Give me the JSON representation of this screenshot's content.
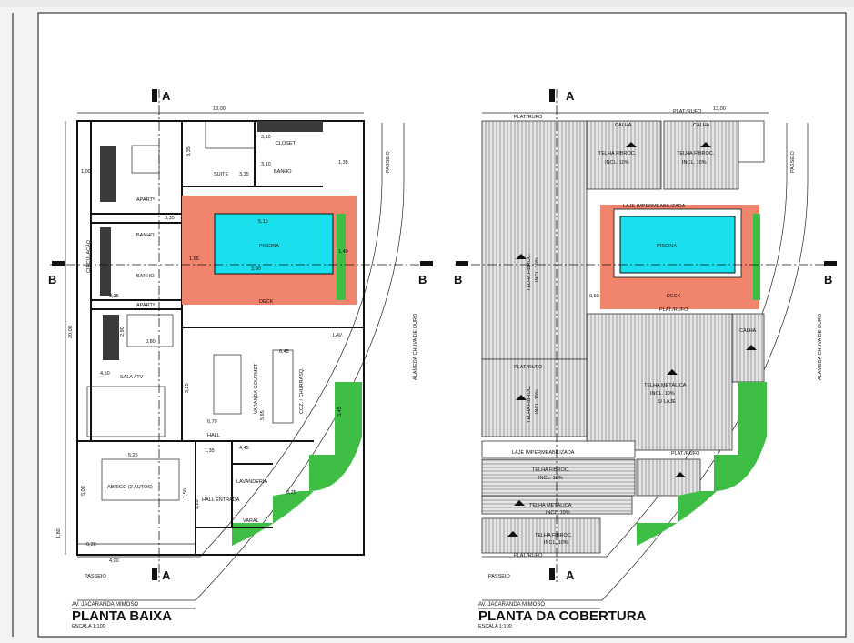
{
  "ground_plan": {
    "title": "PLANTA BAIXA",
    "scale": "ESCALA 1:100",
    "street_bottom": "AV. JACARANDA MIMOSO",
    "street_right": "ALAMEDA CHUVA DE OURO",
    "sidewalk": "PASSEIO",
    "rooms": {
      "suite": "SUITE",
      "closet": "CLOSET",
      "bath": "BANHO",
      "apart1": "APARTº",
      "apart2": "APARTº",
      "bath_a": "BANHO",
      "bath_b": "BANHO",
      "circulation": "CIRCULAÇÃO",
      "pool": "PISCINA",
      "deck": "DECK",
      "living": "SALA / TV",
      "gourmet": "VARANDA GOURMET",
      "kitchen": "COZ. / CHURRASQ.",
      "laundry_small": "LAV.",
      "hall": "HALL",
      "laundry": "LAVANDERIA",
      "garage": "ABRIGO (2 AUTOS)",
      "entry_hall": "HALL ENTRADA",
      "varal": "VARAL"
    },
    "dims": {
      "top": "13,00",
      "left": "20,00",
      "d_1_00": "1,00",
      "d_3_10a": "3,10",
      "d_3_10b": "3,10",
      "d_3_35a": "3,35",
      "d_3_35b": "3,35",
      "d_3_35c": "3,35",
      "d_3_35d": "3,35",
      "d_1_35a": "1,35",
      "d_1_35b": "1,35",
      "d_5_15": "5,15",
      "d_3_90": "3,90",
      "d_1_40": "1,40",
      "d_6_45": "6,45",
      "d_6_70": "6,70",
      "d_4_50": "4,50",
      "d_5_25a": "5,25",
      "d_5_25b": "5,25",
      "d_4_45": "4,45",
      "d_3_25": "3,25",
      "d_5_00": "5,00",
      "d_4_00": "4,00",
      "d_1_80": "1,80",
      "d_0_20": "0,20",
      "d_2_90": "2,90",
      "d_5_95": "5,95",
      "d_3_45": "3,45",
      "d_1_55": "1,55",
      "d_2_20": "2,20",
      "d_1_50": "1,50",
      "d_0_80": "0,80"
    }
  },
  "roof_plan": {
    "title": "PLANTA DA COBERTURA",
    "scale": "ESCALA 1:100",
    "street_bottom": "AV. JACARANDA MIMOSO",
    "street_right": "ALAMEDA CHUVA DE OURO",
    "sidewalk": "PASSEIO",
    "dim_top": "13,00",
    "labels": {
      "pool": "PISCINA",
      "deck": "DECK",
      "slab": "LAJE IMPERMEABILIZADA",
      "slab2": "LAJE IMPERMEABILIZADA",
      "gutter": "CALHA",
      "plat_rufo": "PLAT./RUFO",
      "tile_fibro": "TELHA FIBROC.",
      "tile_metal": "TELHA METÁLICA",
      "incl": "INCL. 10%",
      "over_slab": "S/ LAJE",
      "d_0_60": "0,60"
    }
  },
  "section_marks": {
    "a": "A",
    "b": "B"
  }
}
